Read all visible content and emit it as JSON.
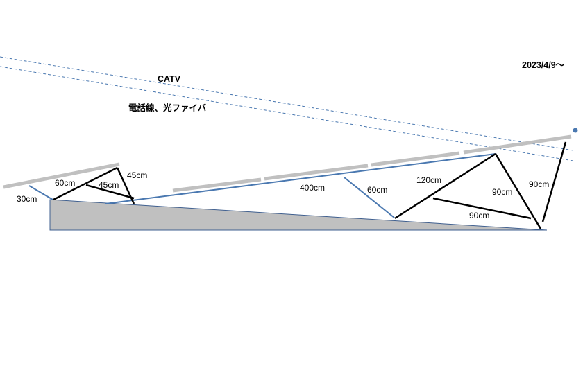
{
  "date_label": "2023/4/9～",
  "cables": {
    "catv": "CATV",
    "phone": "電話線、光ファイバ"
  },
  "measurements": {
    "left_lower": "30cm",
    "left_mid": "60cm",
    "left_inner": "45cm",
    "left_upper": "45cm",
    "main_span": "400cm",
    "right_lower": "60cm",
    "right_diagonal": "120cm",
    "right_inner_v": "90cm",
    "right_inner_h": "90cm",
    "right_outer": "90cm"
  },
  "colors": {
    "ground": "#c0c0c0",
    "rail": "#c0c0c0",
    "member": "#000000",
    "blue_line": "#4a78b0",
    "cable": "#4a78b0"
  }
}
